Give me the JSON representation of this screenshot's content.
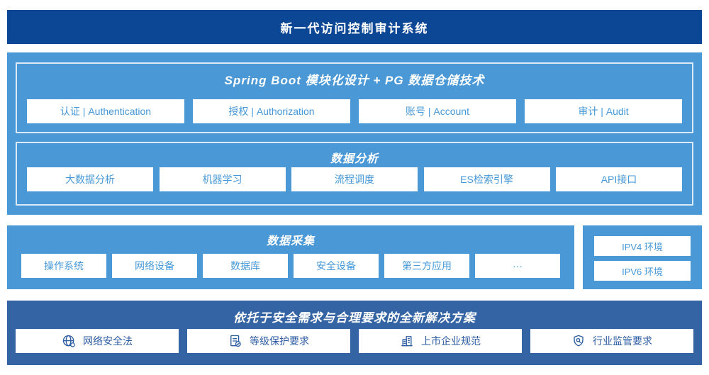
{
  "banner": {
    "title": "新一代访问控制审计系统"
  },
  "platform": {
    "modules": {
      "title": "Spring Boot 模块化设计 + PG 数据仓储技术",
      "items": [
        "认证 | Authentication",
        "授权 | Authorization",
        "账号 | Account",
        "审计 | Audit"
      ]
    },
    "analysis": {
      "title": "数据分析",
      "items": [
        "大数据分析",
        "机器学习",
        "流程调度",
        "ES检索引擎",
        "API接口"
      ]
    }
  },
  "collection": {
    "title": "数据采集",
    "items": [
      "操作系统",
      "网络设备",
      "数据库",
      "安全设备",
      "第三方应用",
      "···"
    ],
    "environments": [
      "IPV4 环境",
      "IPV6 环境"
    ]
  },
  "solution": {
    "title": "依托于安全需求与合理要求的全新解决方案",
    "items": [
      {
        "icon": "globe-icon",
        "label": "网络安全法"
      },
      {
        "icon": "document-check-icon",
        "label": "等级保护要求"
      },
      {
        "icon": "buildings-icon",
        "label": "上市企业规范"
      },
      {
        "icon": "shield-search-icon",
        "label": "行业监管要求"
      }
    ]
  },
  "colors": {
    "deep-blue": "#0c4796",
    "sky-blue": "#4a98d5",
    "mid-blue": "#3464a4",
    "cell-text-light": "#4698d8",
    "cell-text-dark": "#2b5ba1"
  }
}
